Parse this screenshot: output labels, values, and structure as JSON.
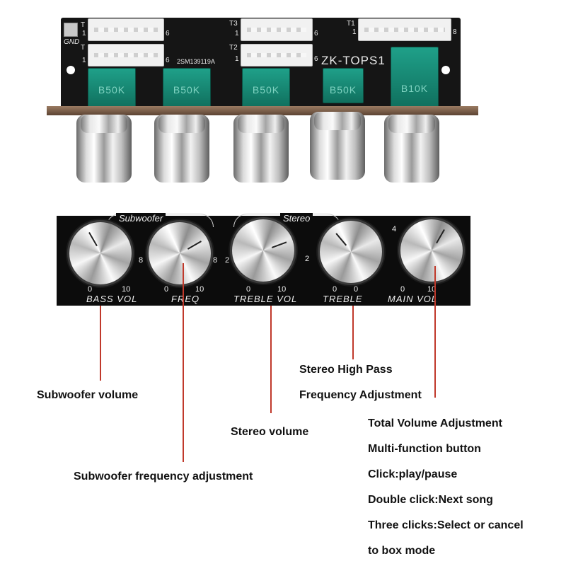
{
  "board": {
    "connector_labels": [
      "T",
      "T",
      "T3",
      "T2",
      "T1"
    ],
    "pin_labels": [
      "1",
      "6",
      "1",
      "6",
      "1",
      "6",
      "1",
      "6",
      "1",
      "8"
    ],
    "gnd_label": "GND",
    "serial": "2SM139119A",
    "model": "ZK-TOPS1",
    "pots": [
      "B50K",
      "B50K",
      "B50K",
      "B50K",
      "B10K"
    ]
  },
  "panel": {
    "group_subwoofer": "Subwoofer",
    "group_stereo": "Stereo",
    "knobs": [
      {
        "label": "BASS VOL",
        "min": "0",
        "max": "10",
        "mid": "8"
      },
      {
        "label": "FREQ",
        "min": "0",
        "max": "10",
        "mid": "8"
      },
      {
        "label": "TREBLE VOL",
        "min": "0",
        "max": "10",
        "mid": "2"
      },
      {
        "label": "TREBLE",
        "min": "0",
        "max": "0",
        "mid": "2"
      },
      {
        "label": "MAIN VOL",
        "min": "0",
        "max": "10",
        "mid": "4"
      }
    ]
  },
  "captions": {
    "subwoofer_volume": "Subwoofer volume",
    "subwoofer_freq": "Subwoofer frequency adjustment",
    "stereo_volume": "Stereo volume",
    "stereo_hp_line1": "Stereo High Pass",
    "stereo_hp_line2": "Frequency Adjustment",
    "total_lines": [
      "Total Volume Adjustment",
      "Multi-function button",
      "Click:play/pause",
      "Double click:Next song",
      "Three clicks:Select or cancel",
      "to box mode"
    ]
  },
  "colors": {
    "leader_line": "#c0392b",
    "pcb": "#151515",
    "pot_green": "#1fa089"
  }
}
